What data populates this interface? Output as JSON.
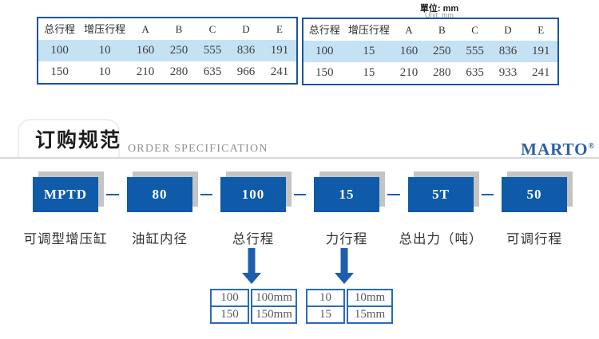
{
  "unit_label": {
    "text": "單位: mm",
    "sub": "Unit: mm"
  },
  "spec_tables": [
    {
      "headers": [
        "总行程",
        "增压行程",
        "A",
        "B",
        "C",
        "D",
        "E"
      ],
      "rows": [
        {
          "cells": [
            "100",
            "10",
            "160",
            "250",
            "555",
            "836",
            "191"
          ],
          "highlight": true
        },
        {
          "cells": [
            "150",
            "10",
            "210",
            "280",
            "635",
            "966",
            "241"
          ],
          "highlight": false
        }
      ]
    },
    {
      "headers": [
        "总行程",
        "增压行程",
        "A",
        "B",
        "C",
        "D",
        "E"
      ],
      "rows": [
        {
          "cells": [
            "100",
            "15",
            "160",
            "250",
            "555",
            "836",
            "191"
          ],
          "highlight": true
        },
        {
          "cells": [
            "150",
            "15",
            "210",
            "280",
            "635",
            "933",
            "241"
          ],
          "highlight": false
        }
      ]
    }
  ],
  "section": {
    "title_cn": "订购规范",
    "title_en": "ORDER SPECIFICATION",
    "brand": "MARTO",
    "brand_mark": "®"
  },
  "order_code": {
    "boxes": [
      {
        "code": "MPTD",
        "label": "可调型增压缸"
      },
      {
        "code": "80",
        "label": "油缸内径"
      },
      {
        "code": "100",
        "label": "总行程"
      },
      {
        "code": "15",
        "label": "力行程"
      },
      {
        "code": "5T",
        "label": "总出力（吨）"
      },
      {
        "code": "50",
        "label": "可调行程"
      }
    ]
  },
  "option_tables": [
    {
      "rows": [
        [
          "100",
          "100mm"
        ],
        [
          "150",
          "150mm"
        ]
      ]
    },
    {
      "rows": [
        [
          "10",
          "10mm"
        ],
        [
          "15",
          "15mm"
        ]
      ]
    }
  ],
  "colors": {
    "tableBorder": "#1a54a3",
    "rowHighlight": "#c5e2f4",
    "boxBlue": "#0f5aa9",
    "arrowBlue": "#1d5fae",
    "smallBorder": "#2a6ab8",
    "brandBlue": "#2b61a8"
  }
}
